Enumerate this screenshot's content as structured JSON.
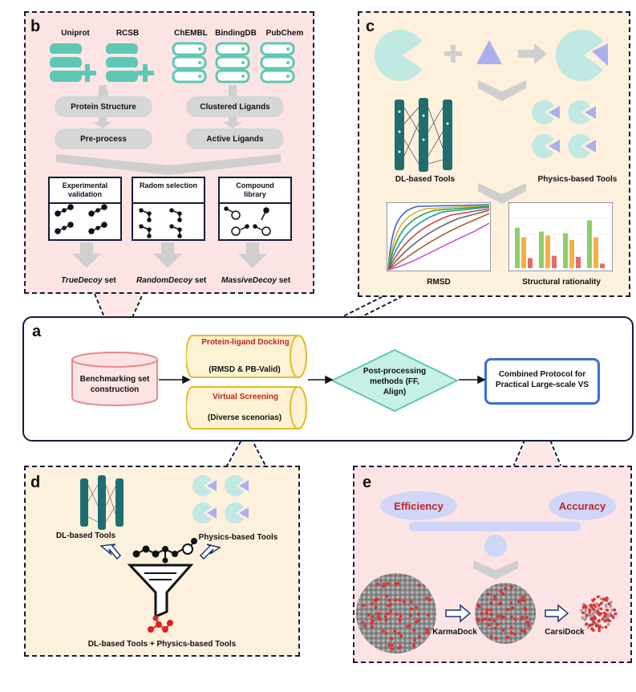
{
  "panels": {
    "a": "a",
    "b": "b",
    "c": "c",
    "d": "d",
    "e": "e"
  },
  "panel_b": {
    "sources_protein": [
      "Uniprot",
      "RCSB"
    ],
    "sources_ligand": [
      "ChEMBL",
      "BindingDB",
      "PubChem"
    ],
    "protein_structure": "Protein Structure",
    "pre_process": "Pre-process",
    "clustered_ligands": "Clustered Ligands",
    "active_ligands": "Active Ligands",
    "boxes": [
      {
        "title": "Experimental validation"
      },
      {
        "title": "Radom selection"
      },
      {
        "title": "Compound library"
      }
    ],
    "sets": [
      {
        "italic": "TrueDecoy",
        "suffix": " set"
      },
      {
        "italic": "RandomDecoy",
        "suffix": " set"
      },
      {
        "italic": "MassiveDecoy",
        "suffix": " set"
      }
    ]
  },
  "panel_c": {
    "dl_tools": "DL-based Tools",
    "physics_tools": "Physics-based Tools",
    "rmsd": "RMSD",
    "structural": "Structural rationality",
    "bar_chart": {
      "groups": 4,
      "series_colors": [
        "#8ccf6a",
        "#f5b041",
        "#e96a6a"
      ],
      "values": [
        [
          0.72,
          0.55,
          0.18
        ],
        [
          0.65,
          0.58,
          0.22
        ],
        [
          0.62,
          0.5,
          0.2
        ],
        [
          0.85,
          0.55,
          0.08
        ]
      ]
    },
    "curve_colors": [
      "#3a62c8",
      "#d9b229",
      "#2aa14a",
      "#1a9b9b",
      "#d94040",
      "#666666",
      "#b06030",
      "#c45ad0"
    ]
  },
  "panel_a": {
    "benchmark": "Benchmarking set construction",
    "docking_title": "Protein-ligand Docking",
    "docking_sub": "(RMSD & PB-Valid)",
    "vs_title": "Virtual Screening",
    "vs_sub": "(Diverse scenorias)",
    "post": "Post-processing methods (FF, Align)",
    "combined": "Combined Protocol for Practical Large-scale VS"
  },
  "panel_d": {
    "dl_tools": "DL-based Tools",
    "physics_tools": "Physics-based Tools",
    "combo": "DL-based Tools + Physics-based Tools"
  },
  "panel_e": {
    "efficiency": "Efficiency",
    "accuracy": "Accuracy",
    "karmadock": "KarmaDock",
    "carsidock": "CarsiDock"
  },
  "colors": {
    "pink_bg": "#fde4e4",
    "orange_bg": "#fdf0dc",
    "teal": "#5ec8b5",
    "dark_teal": "#1e6e70",
    "navy": "#1a1a3a",
    "red_text": "#c0241f",
    "blue_box": "#3a6fd9",
    "lavender": "#aab0ee",
    "gold": "#f1c232"
  }
}
